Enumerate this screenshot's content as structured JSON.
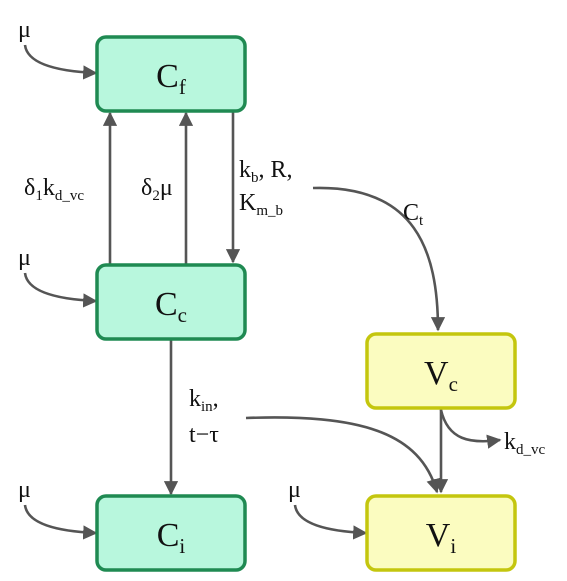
{
  "nodes": {
    "cf": {
      "base": "C",
      "sub": "f"
    },
    "cc": {
      "base": "C",
      "sub": "c"
    },
    "ci": {
      "base": "C",
      "sub": "i"
    },
    "vc": {
      "base": "V",
      "sub": "c"
    },
    "vi": {
      "base": "V",
      "sub": "i"
    }
  },
  "inflow": {
    "mu": "μ"
  },
  "edges": {
    "cc_to_cf_a": {
      "p1": "δ",
      "s1": "1",
      "p2": "k",
      "s2": "d_vc"
    },
    "cc_to_cf_b": {
      "p1": "δ",
      "s1": "2",
      "p2": "μ"
    },
    "cf_to_cc": {
      "line1": {
        "p1": "k",
        "s1": "b",
        "p2": ", R,"
      },
      "line2": {
        "p1": "K",
        "s1": "m_b"
      }
    },
    "ct": {
      "p1": "C",
      "s1": "t"
    },
    "cc_to_ci": {
      "line1": {
        "p1": "k",
        "s1": "in",
        "p2": ","
      },
      "line2": {
        "p1": "t−τ"
      }
    },
    "vc_out": {
      "p1": "k",
      "s1": "d_vc"
    }
  },
  "colors": {
    "green_fill": "#b8f7dd",
    "green_stroke": "#1f8a52",
    "yellow_fill": "#fbfcc0",
    "yellow_stroke": "#c4c60e",
    "edge": "#555555"
  }
}
